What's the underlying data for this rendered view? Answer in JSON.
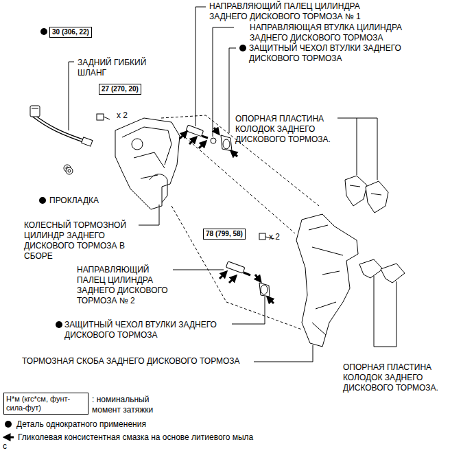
{
  "diagram": {
    "nodes": [
      {
        "text": [
          "30 (306, 22)"
        ]
      },
      {
        "text": [
          "27 (270, 20)"
        ]
      },
      {
        "text": [
          "78 (799, 58)"
        ]
      },
      {
        "text": [
          "Н*м (кгс*см, фунт-сила-фут)"
        ]
      }
    ],
    "labels": [
      "НАПРАВЛЯЮЩИЙ ПАЛЕЦ ЦИЛИНДРА ЗАДНЕГО ДИСКОВОГО ТОРМОЗА № 1",
      "НАПРАВЛЯЮЩАЯ ВТУЛКА ЦИЛИНДРА ЗАДНЕГО ДИСКОВОГО ТОРМОЗА",
      "ЗАЩИТНЫЙ ЧЕХОЛ ВТУЛКИ ЗАДНЕГО ДИСКОВОГО ТОРМОЗА",
      "ЗАДНИЙ ГИБКИЙ ШЛАНГ",
      "x 2",
      "ОПОРНАЯ ПЛАСТИНА КОЛОДОК ЗАДНЕГО ДИСКОВОГО ТОРМОЗА.",
      "ПРОКЛАДКА",
      "КОЛЕСНЫЙ ТОРМОЗНОЙ ЦИЛИНДР ЗАДНЕГО ДИСКОВОГО ТОРМОЗА В СБОРЕ",
      "x 2",
      "НАПРАВЛЯЮЩИЙ ПАЛЕЦ ЦИЛИНДРА ЗАДНЕГО ДИСКОВОГО ТОРМОЗА № 2",
      "ЗАЩИТНЫЙ ЧЕХОЛ ВТУЛКИ ЗАДНЕГО ДИСКОВОГО ТОРМОЗА",
      "ТОРМОЗНАЯ СКОБА ЗАДНЕГО ДИСКОВОГО ТОРМОЗА",
      "ОПОРНАЯ ПЛАСТИНА КОЛОДОК ЗАДНЕГО ДИСКОВОГО ТОРМОЗА.",
      "c"
    ],
    "legend": [
      {
        "text": ": номинальный момент затяжки"
      },
      {
        "text": "Деталь однократного применения"
      },
      {
        "text": "Гликолевая консистентная смазка на основе литиевого мыла"
      }
    ]
  }
}
